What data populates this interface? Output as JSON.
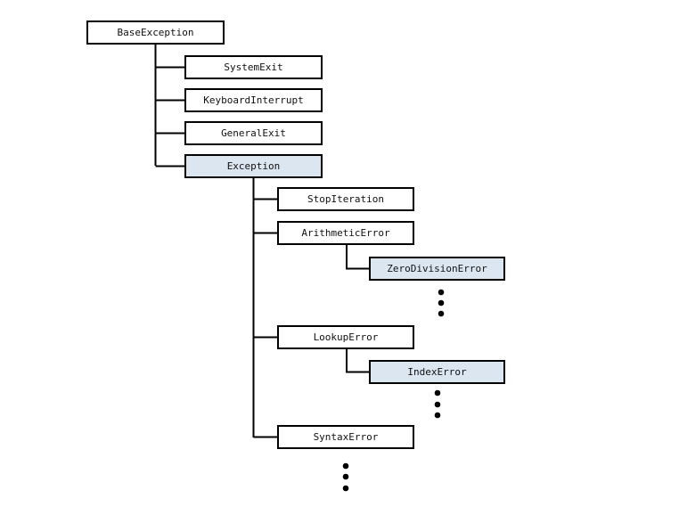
{
  "diagram": {
    "type": "tree",
    "description": "Python exception class hierarchy",
    "colors": {
      "node_fill": "#ffffff",
      "highlight_fill": "#dce6f1",
      "border": "#000000",
      "connector": "#000000",
      "text": "#111111",
      "background": "#ffffff"
    },
    "nodes": [
      {
        "label": "BaseException",
        "level": 0,
        "parent": null,
        "highlighted": false
      },
      {
        "label": "SystemExit",
        "level": 1,
        "parent": "BaseException",
        "highlighted": false
      },
      {
        "label": "KeyboardInterrupt",
        "level": 1,
        "parent": "BaseException",
        "highlighted": false
      },
      {
        "label": "GeneralExit",
        "level": 1,
        "parent": "BaseException",
        "highlighted": false
      },
      {
        "label": "Exception",
        "level": 1,
        "parent": "BaseException",
        "highlighted": true
      },
      {
        "label": "StopIteration",
        "level": 2,
        "parent": "Exception",
        "highlighted": false
      },
      {
        "label": "ArithmeticError",
        "level": 2,
        "parent": "Exception",
        "highlighted": false
      },
      {
        "label": "ZeroDivisionError",
        "level": 3,
        "parent": "ArithmeticError",
        "highlighted": true
      },
      {
        "label": "LookupError",
        "level": 2,
        "parent": "Exception",
        "highlighted": false
      },
      {
        "label": "IndexError",
        "level": 3,
        "parent": "LookupError",
        "highlighted": true
      },
      {
        "label": "SyntaxError",
        "level": 2,
        "parent": "Exception",
        "highlighted": false
      }
    ],
    "ellipsis_groups": [
      {
        "below": "ZeroDivisionError",
        "dots": 3
      },
      {
        "below": "IndexError",
        "dots": 3
      },
      {
        "below": "SyntaxError",
        "dots": 3
      }
    ]
  }
}
